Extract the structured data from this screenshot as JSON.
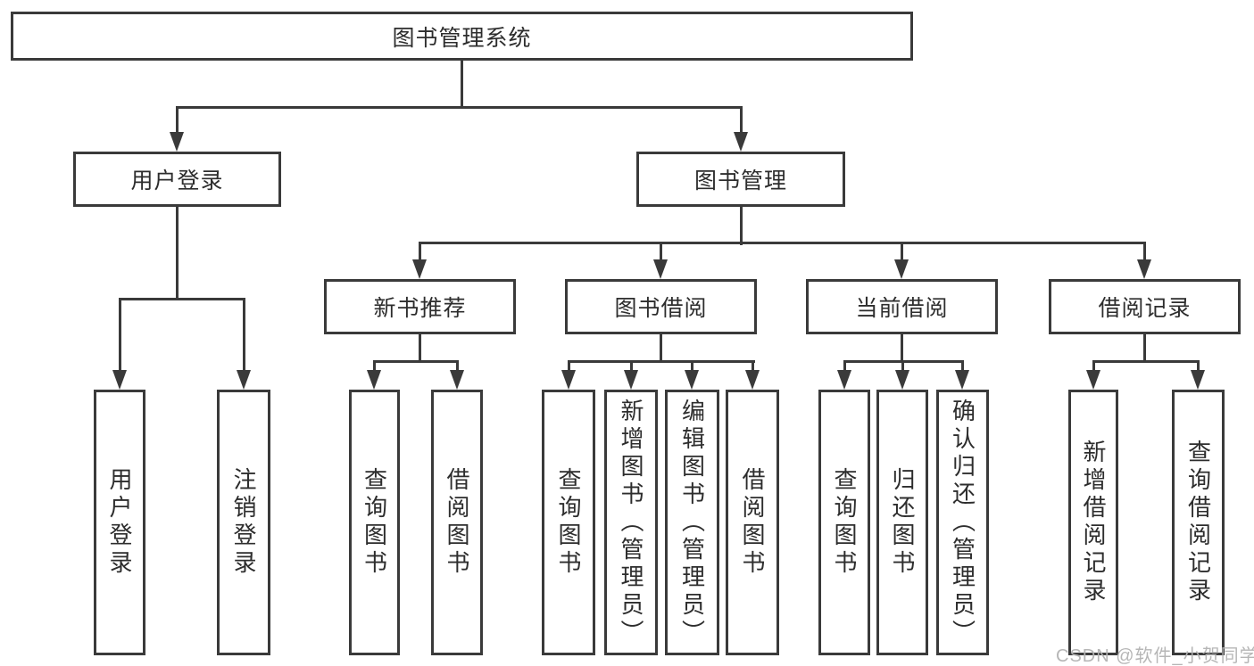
{
  "diagram_type": "tree",
  "root": {
    "label": "图书管理系统"
  },
  "level2": [
    {
      "label": "用户登录"
    },
    {
      "label": "图书管理"
    }
  ],
  "level3": [
    {
      "label": "新书推荐",
      "parent": "图书管理"
    },
    {
      "label": "图书借阅",
      "parent": "图书管理"
    },
    {
      "label": "当前借阅",
      "parent": "图书管理"
    },
    {
      "label": "借阅记录",
      "parent": "图书管理"
    }
  ],
  "leaves": [
    {
      "label": "用户登录",
      "parent": "用户登录"
    },
    {
      "label": "注销登录",
      "parent": "用户登录"
    },
    {
      "label": "查询图书",
      "parent": "新书推荐"
    },
    {
      "label": "借阅图书",
      "parent": "新书推荐"
    },
    {
      "label": "查询图书",
      "parent": "图书借阅"
    },
    {
      "label": "新增图书（管理员）",
      "parent": "图书借阅"
    },
    {
      "label": "编辑图书（管理员）",
      "parent": "图书借阅"
    },
    {
      "label": "借阅图书",
      "parent": "图书借阅"
    },
    {
      "label": "查询图书",
      "parent": "当前借阅"
    },
    {
      "label": "归还图书",
      "parent": "当前借阅"
    },
    {
      "label": "确认归还（管理员）",
      "parent": "当前借阅"
    },
    {
      "label": "新增借阅记录",
      "parent": "借阅记录"
    },
    {
      "label": "查询借阅记录",
      "parent": "借阅记录"
    }
  ],
  "watermark": {
    "text": "CSDN @软件_小贺同学"
  },
  "colors": {
    "line": "#3a3a3a",
    "text": "#2d2d2d",
    "watermark": "#b2b2b2",
    "background": "#ffffff"
  }
}
